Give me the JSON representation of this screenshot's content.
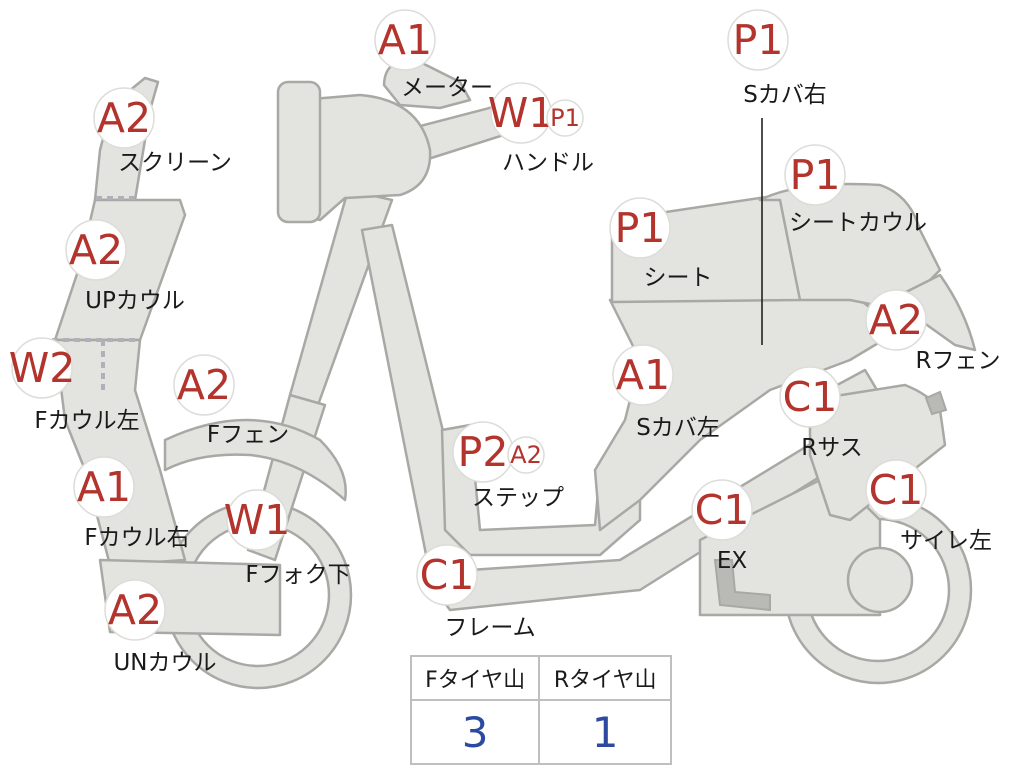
{
  "parts": [
    {
      "id": "screen",
      "code": "A2",
      "label": "スクリーン"
    },
    {
      "id": "upcowl",
      "code": "A2",
      "label": "UPカウル"
    },
    {
      "id": "fcowl-left",
      "code": "W2",
      "label": "Fカウル左"
    },
    {
      "id": "fcowl-right",
      "code": "A1",
      "label": "Fカウル右"
    },
    {
      "id": "uncowl",
      "code": "A2",
      "label": "UNカウル"
    },
    {
      "id": "ffender",
      "code": "A2",
      "label": "Fフェン"
    },
    {
      "id": "ffork",
      "code": "W1",
      "label": "Fフォク下"
    },
    {
      "id": "meter",
      "code": "A1",
      "label": "メーター"
    },
    {
      "id": "handle",
      "code": "W1",
      "code2": "P1",
      "label": "ハンドル"
    },
    {
      "id": "step",
      "code": "P2",
      "code2": "A2",
      "label": "ステップ"
    },
    {
      "id": "frame",
      "code": "C1",
      "label": "フレーム"
    },
    {
      "id": "seat",
      "code": "P1",
      "label": "シート"
    },
    {
      "id": "scover-right",
      "code": "P1",
      "label": "Sカバ右"
    },
    {
      "id": "seatcowl",
      "code": "P1",
      "label": "シートカウル"
    },
    {
      "id": "scover-left",
      "code": "A1",
      "label": "Sカバ左"
    },
    {
      "id": "rfender",
      "code": "A2",
      "label": "Rフェン"
    },
    {
      "id": "rsus",
      "code": "C1",
      "label": "Rサス"
    },
    {
      "id": "ex",
      "code": "C1",
      "label": "EX"
    },
    {
      "id": "silencer-left",
      "code": "C1",
      "label": "サイレ左"
    }
  ],
  "tire_table": {
    "headers": [
      "Fタイヤ山",
      "Rタイヤ山"
    ],
    "values": [
      "3",
      "1"
    ]
  },
  "colors": {
    "badge_text": "#b3332d",
    "part_fill": "#e3e3df",
    "part_stroke": "#a8a8a4",
    "tire_value": "#2b4aa0"
  }
}
